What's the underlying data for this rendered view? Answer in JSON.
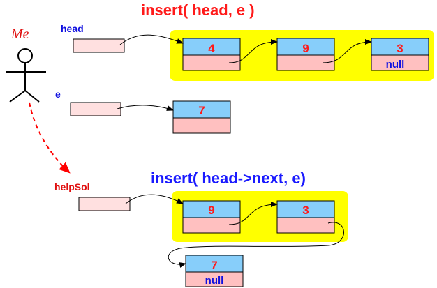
{
  "titles": {
    "top_call": "insert( head, e )",
    "bottom_call": "insert( head->next, e)"
  },
  "actor": {
    "name": "Me"
  },
  "labels": {
    "head": "head",
    "e": "e",
    "helper": "helpSol"
  },
  "top_list": {
    "nodes": [
      {
        "value": "4",
        "next": ""
      },
      {
        "value": "9",
        "next": ""
      },
      {
        "value": "3",
        "next": "null"
      }
    ]
  },
  "e_node": {
    "value": "7",
    "next": ""
  },
  "bottom_list": {
    "nodes": [
      {
        "value": "9",
        "next": ""
      },
      {
        "value": "3",
        "next": ""
      }
    ]
  },
  "result_node": {
    "value": "7",
    "next": "null"
  },
  "colors": {
    "highlight": "#ffff00",
    "node_top": "#87cefa",
    "node_bottom": "#ffc0c0",
    "pointer_box": "#ffe0e0",
    "red": "#ff0000",
    "blue": "#0000ff"
  }
}
